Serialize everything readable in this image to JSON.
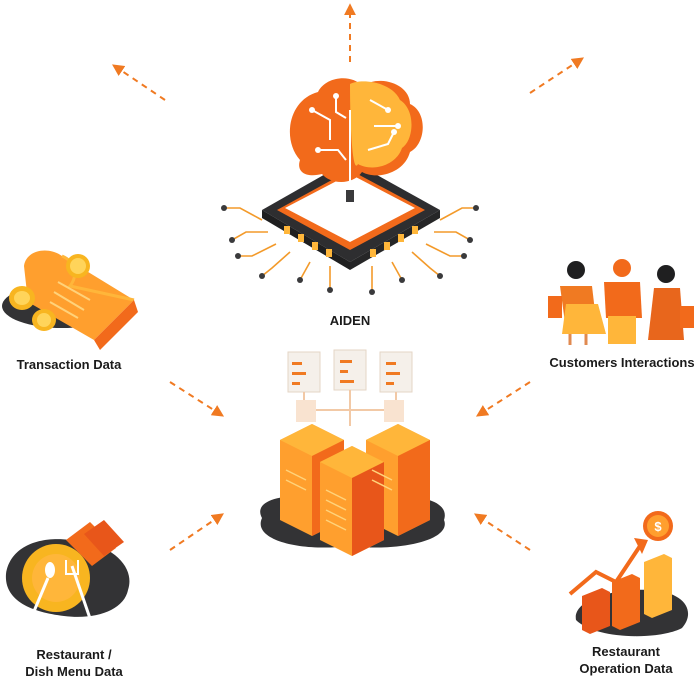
{
  "center": {
    "label": "AIDEN"
  },
  "nodes": {
    "transaction": {
      "label": "Transaction Data"
    },
    "customers": {
      "label": "Customers Interactions"
    },
    "menu": {
      "line1": "Restaurant /",
      "line2": "Dish Menu Data"
    },
    "operations": {
      "line1": "Restaurant",
      "line2": "Operation Data"
    }
  },
  "colors": {
    "orange": "#f26a1b",
    "orange_light": "#ff9f2e",
    "yellow": "#ffb63a",
    "dark": "#3a3a3c",
    "arrow": "#f07a22"
  }
}
